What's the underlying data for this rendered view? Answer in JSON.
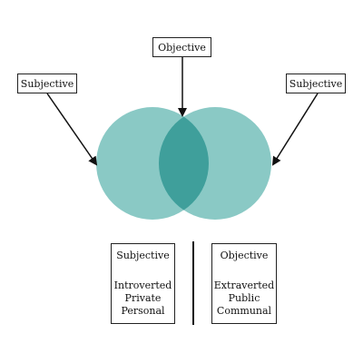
{
  "colors": {
    "circle_fill": "#8ac9c5",
    "overlap_fill": "#3f9f9b",
    "stroke": "#111111"
  },
  "labels": {
    "left": "Subjective",
    "top": "Objective",
    "right": "Subjective"
  },
  "info": {
    "subjective": {
      "title": "Subjective",
      "lines": [
        "Introverted",
        "Private",
        "Personal"
      ]
    },
    "objective": {
      "title": "Objective",
      "lines": [
        "Extraverted",
        "Public",
        "Communal"
      ]
    }
  }
}
